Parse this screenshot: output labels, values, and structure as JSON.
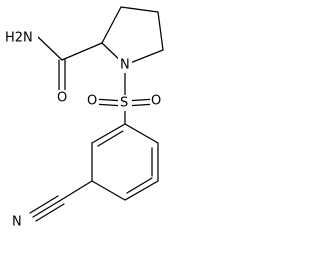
{
  "molecule": {
    "atom_labels": {
      "amide_nh2": "H2N",
      "carbonyl_o": "O",
      "ring_n": "N",
      "sulfonyl_s": "S",
      "sulfonyl_o_left": "O",
      "sulfonyl_o_right": "O",
      "nitrile_n": "N"
    }
  }
}
